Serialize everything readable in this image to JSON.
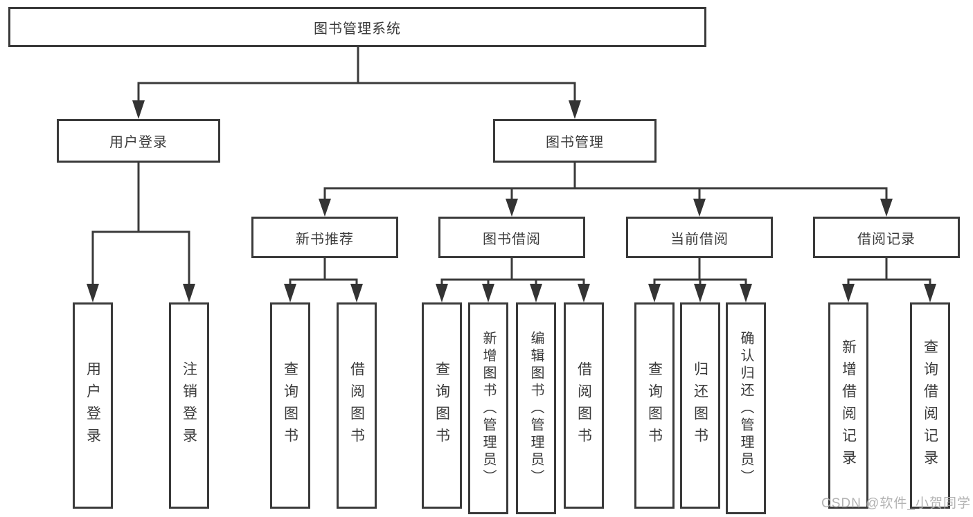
{
  "diagram": {
    "label": "图书管理系统",
    "children": [
      {
        "label": "用户登录",
        "children": [
          {
            "label": "用户登录"
          },
          {
            "label": "注销登录"
          }
        ]
      },
      {
        "label": "图书管理",
        "children": [
          {
            "label": "新书推荐",
            "children": [
              {
                "label": "查询图书"
              },
              {
                "label": "借阅图书"
              }
            ]
          },
          {
            "label": "图书借阅",
            "children": [
              {
                "label": "查询图书"
              },
              {
                "label": "新增图书（管理员）"
              },
              {
                "label": "编辑图书（管理员）"
              },
              {
                "label": "借阅图书"
              }
            ]
          },
          {
            "label": "当前借阅",
            "children": [
              {
                "label": "查询图书"
              },
              {
                "label": "归还图书"
              },
              {
                "label": "确认归还（管理员）"
              }
            ]
          },
          {
            "label": "借阅记录",
            "children": [
              {
                "label": "新增借阅记录"
              },
              {
                "label": "查询借阅记录"
              }
            ]
          }
        ]
      }
    ]
  },
  "watermark": {
    "text": "CSDN @软件_小贺同学"
  },
  "colors": {
    "line": "#3a3a3a",
    "text": "#3b3b3b",
    "background": "#ffffff",
    "watermark": "#acacac"
  }
}
